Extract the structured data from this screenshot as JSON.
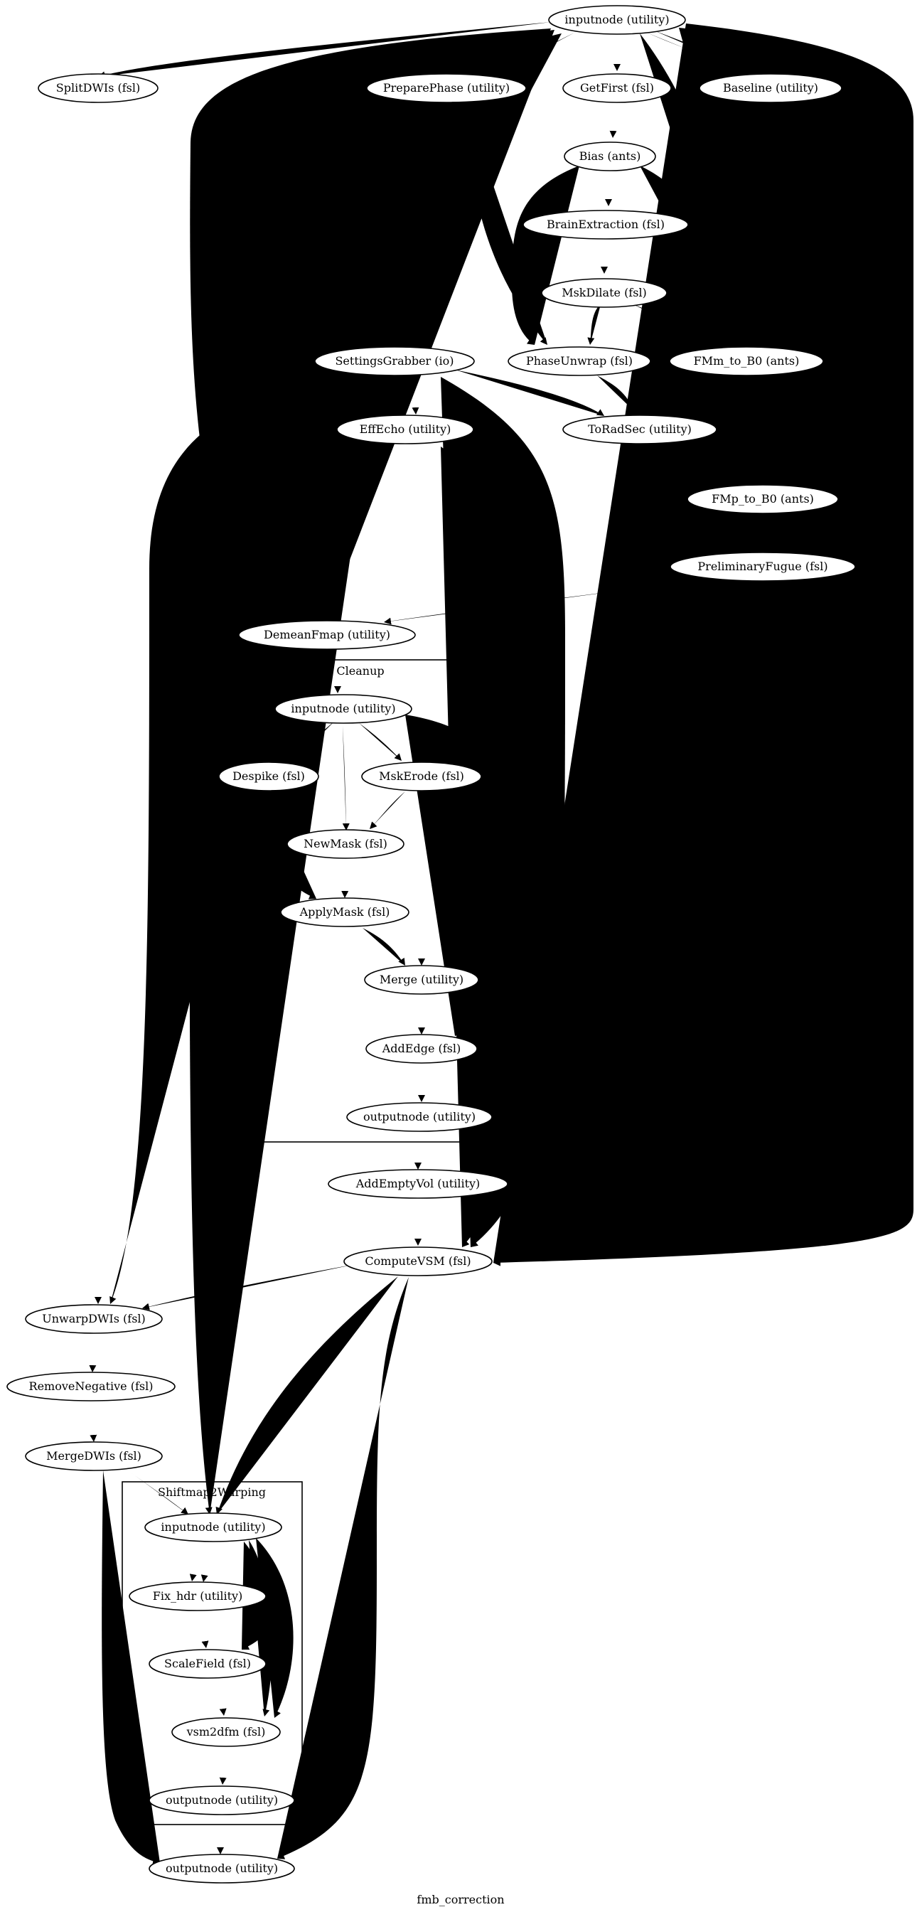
{
  "graph": {
    "caption": "fmb_correction",
    "clusters": [
      {
        "id": "cleanup",
        "label": "Cleanup"
      },
      {
        "id": "shiftmap",
        "label": "Shiftmap2Warping"
      }
    ],
    "nodes": [
      {
        "id": "inputnode",
        "label": "inputnode (utility)"
      },
      {
        "id": "splitdwis",
        "label": "SplitDWIs (fsl)"
      },
      {
        "id": "preparephase",
        "label": "PreparePhase (utility)"
      },
      {
        "id": "getfirst",
        "label": "GetFirst (fsl)"
      },
      {
        "id": "baseline",
        "label": "Baseline (utility)"
      },
      {
        "id": "bias",
        "label": "Bias (ants)"
      },
      {
        "id": "brainextraction",
        "label": "BrainExtraction (fsl)"
      },
      {
        "id": "mskdilate",
        "label": "MskDilate (fsl)"
      },
      {
        "id": "settingsgrabber",
        "label": "SettingsGrabber (io)"
      },
      {
        "id": "phaseunwrap",
        "label": "PhaseUnwrap (fsl)"
      },
      {
        "id": "fmm_to_b0",
        "label": "FMm_to_B0 (ants)"
      },
      {
        "id": "effecho",
        "label": "EffEcho (utility)"
      },
      {
        "id": "toradsec",
        "label": "ToRadSec (utility)"
      },
      {
        "id": "fmp_to_b0",
        "label": "FMp_to_B0 (ants)"
      },
      {
        "id": "preliminaryfugue",
        "label": "PreliminaryFugue (fsl)"
      },
      {
        "id": "demeanfmap",
        "label": "DemeanFmap (utility)"
      },
      {
        "id": "cl_inputnode",
        "label": "inputnode (utility)"
      },
      {
        "id": "despike",
        "label": "Despike (fsl)"
      },
      {
        "id": "mskerode",
        "label": "MskErode (fsl)"
      },
      {
        "id": "newmask",
        "label": "NewMask (fsl)"
      },
      {
        "id": "applymask",
        "label": "ApplyMask (fsl)"
      },
      {
        "id": "merge",
        "label": "Merge (utility)"
      },
      {
        "id": "addedge",
        "label": "AddEdge (fsl)"
      },
      {
        "id": "cl_outputnode",
        "label": "outputnode (utility)"
      },
      {
        "id": "addemptyvol",
        "label": "AddEmptyVol (utility)"
      },
      {
        "id": "computevsm",
        "label": "ComputeVSM (fsl)"
      },
      {
        "id": "unwarpdwis",
        "label": "UnwarpDWIs (fsl)"
      },
      {
        "id": "removenegative",
        "label": "RemoveNegative (fsl)"
      },
      {
        "id": "mergedwis",
        "label": "MergeDWIs (fsl)"
      },
      {
        "id": "sm_inputnode",
        "label": "inputnode (utility)"
      },
      {
        "id": "fix_hdr",
        "label": "Fix_hdr (utility)"
      },
      {
        "id": "scalefield",
        "label": "ScaleField (fsl)"
      },
      {
        "id": "vsm2dfm",
        "label": "vsm2dfm (fsl)"
      },
      {
        "id": "sm_outputnode",
        "label": "outputnode (utility)"
      },
      {
        "id": "outputnode",
        "label": "outputnode (utility)"
      }
    ],
    "edges": [
      {
        "from": "inputnode",
        "to": "splitdwis"
      },
      {
        "from": "inputnode",
        "to": "preparephase"
      },
      {
        "from": "inputnode",
        "to": "getfirst"
      },
      {
        "from": "inputnode",
        "to": "baseline"
      },
      {
        "from": "inputnode",
        "to": "baseline"
      },
      {
        "from": "inputnode",
        "to": "fmm_to_b0"
      },
      {
        "from": "inputnode",
        "to": "preliminaryfugue"
      },
      {
        "from": "inputnode",
        "to": "computevsm"
      },
      {
        "from": "inputnode",
        "to": "settingsgrabber"
      },
      {
        "from": "inputnode",
        "to": "demeanfmap"
      },
      {
        "from": "inputnode",
        "to": "cl_inputnode"
      },
      {
        "from": "getfirst",
        "to": "bias"
      },
      {
        "from": "bias",
        "to": "brainextraction"
      },
      {
        "from": "bias",
        "to": "phaseunwrap"
      },
      {
        "from": "bias",
        "to": "fmm_to_b0"
      },
      {
        "from": "brainextraction",
        "to": "mskdilate"
      },
      {
        "from": "mskdilate",
        "to": "phaseunwrap"
      },
      {
        "from": "mskdilate",
        "to": "fmm_to_b0"
      },
      {
        "from": "preparephase",
        "to": "phaseunwrap"
      },
      {
        "from": "baseline",
        "to": "fmm_to_b0"
      },
      {
        "from": "baseline",
        "to": "fmp_to_b0"
      },
      {
        "from": "phaseunwrap",
        "to": "toradsec"
      },
      {
        "from": "settingsgrabber",
        "to": "effecho"
      },
      {
        "from": "settingsgrabber",
        "to": "effecho"
      },
      {
        "from": "settingsgrabber",
        "to": "toradsec"
      },
      {
        "from": "settingsgrabber",
        "to": "computevsm"
      },
      {
        "from": "settingsgrabber",
        "to": "unwarpdwis"
      },
      {
        "from": "settingsgrabber",
        "to": "sm_inputnode"
      },
      {
        "from": "toradsec",
        "to": "fmp_to_b0"
      },
      {
        "from": "fmm_to_b0",
        "to": "fmp_to_b0"
      },
      {
        "from": "fmm_to_b0",
        "to": "fmp_to_b0"
      },
      {
        "from": "fmp_to_b0",
        "to": "preliminaryfugue"
      },
      {
        "from": "preliminaryfugue",
        "to": "demeanfmap"
      },
      {
        "from": "demeanfmap",
        "to": "cl_inputnode"
      },
      {
        "from": "effecho",
        "to": "computevsm"
      },
      {
        "from": "cl_inputnode",
        "to": "despike"
      },
      {
        "from": "cl_inputnode",
        "to": "despike"
      },
      {
        "from": "cl_inputnode",
        "to": "mskerode"
      },
      {
        "from": "cl_inputnode",
        "to": "newmask"
      },
      {
        "from": "cl_inputnode",
        "to": "addedge"
      },
      {
        "from": "mskerode",
        "to": "newmask"
      },
      {
        "from": "mskerode",
        "to": "merge"
      },
      {
        "from": "despike",
        "to": "applymask"
      },
      {
        "from": "newmask",
        "to": "applymask"
      },
      {
        "from": "applymask",
        "to": "merge"
      },
      {
        "from": "merge",
        "to": "addedge"
      },
      {
        "from": "addedge",
        "to": "cl_outputnode"
      },
      {
        "from": "cl_outputnode",
        "to": "addemptyvol"
      },
      {
        "from": "addemptyvol",
        "to": "computevsm"
      },
      {
        "from": "splitdwis",
        "to": "unwarpdwis"
      },
      {
        "from": "computevsm",
        "to": "unwarpdwis"
      },
      {
        "from": "computevsm",
        "to": "sm_inputnode"
      },
      {
        "from": "computevsm",
        "to": "outputnode"
      },
      {
        "from": "unwarpdwis",
        "to": "removenegative"
      },
      {
        "from": "removenegative",
        "to": "mergedwis"
      },
      {
        "from": "mergedwis",
        "to": "sm_inputnode"
      },
      {
        "from": "mergedwis",
        "to": "outputnode"
      },
      {
        "from": "sm_inputnode",
        "to": "fix_hdr"
      },
      {
        "from": "sm_inputnode",
        "to": "fix_hdr"
      },
      {
        "from": "sm_inputnode",
        "to": "scalefield"
      },
      {
        "from": "sm_inputnode",
        "to": "vsm2dfm"
      },
      {
        "from": "sm_inputnode",
        "to": "vsm2dfm"
      },
      {
        "from": "fix_hdr",
        "to": "scalefield"
      },
      {
        "from": "scalefield",
        "to": "vsm2dfm"
      },
      {
        "from": "vsm2dfm",
        "to": "sm_outputnode"
      },
      {
        "from": "sm_outputnode",
        "to": "outputnode"
      }
    ]
  }
}
